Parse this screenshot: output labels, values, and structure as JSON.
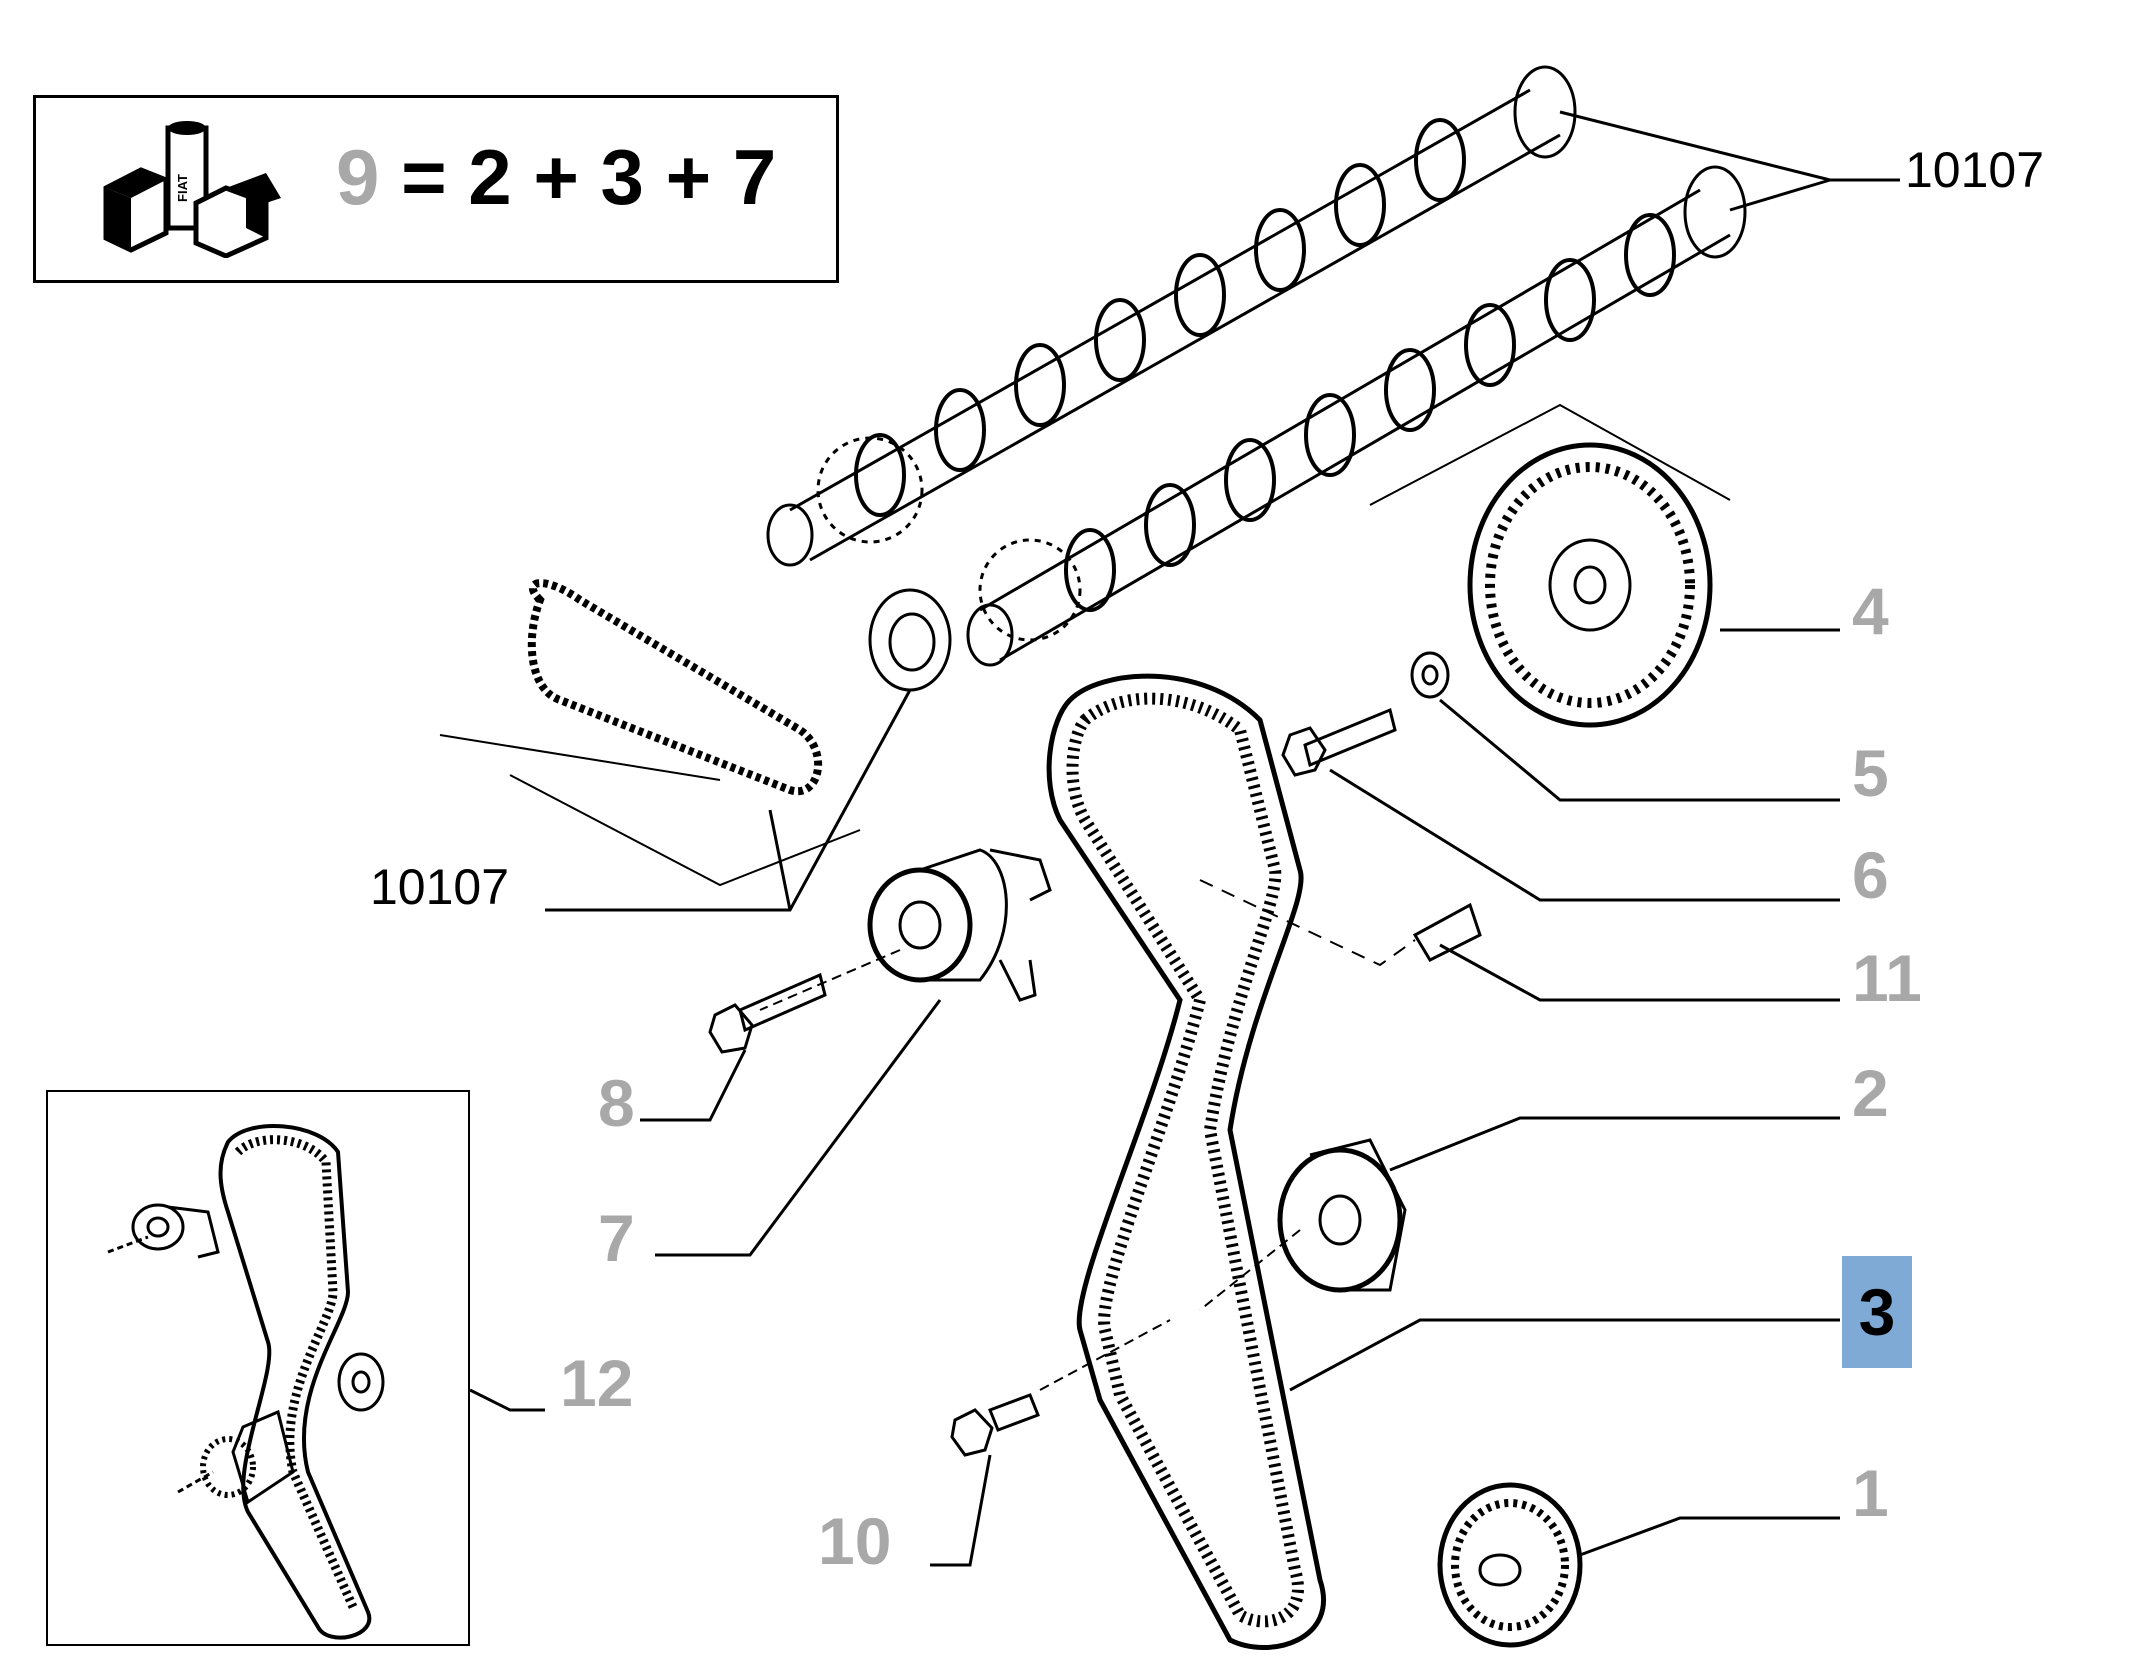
{
  "kit": {
    "formula_prefix": "9",
    "formula_rest": "= 2 + 3 + 7",
    "brand_text": "FIAT"
  },
  "references": {
    "camshafts_code": "10107",
    "chain_code": "10107",
    "r4": "4",
    "r5": "5",
    "r6": "6",
    "r11": "11",
    "r2": "2",
    "r3": "3",
    "r8": "8",
    "r7": "7",
    "r12": "12",
    "r10": "10",
    "r1": "1"
  },
  "colors": {
    "highlight": "#7faad6",
    "label_grey": "#a8a8a8",
    "line": "#000000"
  }
}
